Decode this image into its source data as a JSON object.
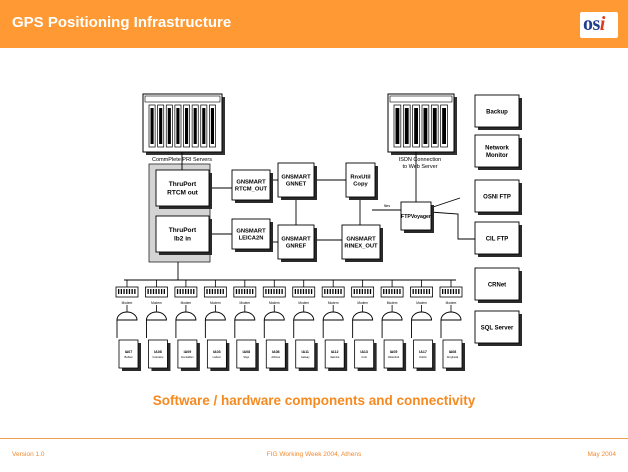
{
  "slide": {
    "title": "GPS Positioning Infrastructure",
    "logo_text": "osi",
    "caption": "Software / hardware components and connectivity",
    "footer": {
      "version": "Version 1.0",
      "event": "FIG Working Week 2004, Athens",
      "date": "May 2004"
    }
  },
  "diagram": {
    "servers": {
      "commplete_label": "CommPlete PRI Servers",
      "isdn_label_line1": "ISDN Connection",
      "isdn_label_line2": "to Web Server"
    },
    "thruport_rtcm": [
      "ThruPort",
      "RTCM out"
    ],
    "thruport_lb2": [
      "ThruPort",
      "lb2 in"
    ],
    "gnsmart_rtcm_out": [
      "GNSMART",
      "RTCM_OUT"
    ],
    "gnsmart_gnnet": [
      "GNSMART",
      "GNNET"
    ],
    "gnsmart_leica2n": [
      "GNSMART",
      "LEICA2N"
    ],
    "gnsmart_gnref": [
      "GNSMART",
      "GNREF"
    ],
    "rnxutil_copy": [
      "RnxUtil",
      "Copy"
    ],
    "gnsmart_rinex_out": [
      "GNSMART",
      "RINEX_OUT"
    ],
    "ftpvoyager": "FTPVoyager",
    "ftpvoyager_link": "files",
    "modem_label": "Modem",
    "right_boxes": [
      {
        "label": [
          "Backup"
        ]
      },
      {
        "label": [
          "Network",
          "Monitor"
        ]
      },
      {
        "label": [
          "OSNI FTP"
        ]
      },
      {
        "label": [
          "CIL FTP"
        ]
      },
      {
        "label": [
          "CRNet"
        ]
      },
      {
        "label": [
          "SQL Server"
        ]
      }
    ],
    "stations": [
      {
        "code": "IA07",
        "name": "Belfast"
      },
      {
        "code": "IA08",
        "name": "Coleraine"
      },
      {
        "code": "IA09",
        "name": "Enniskillen"
      },
      {
        "code": "IA03",
        "name": "Lisburn"
      },
      {
        "code": "IA08",
        "name": "Sligo"
      },
      {
        "code": "IA08",
        "name": "Athlone"
      },
      {
        "code": "IA11",
        "name": "Galway"
      },
      {
        "code": "IA12",
        "name": "Valentia"
      },
      {
        "code": "IA13",
        "name": "Cork"
      },
      {
        "code": "IA05",
        "name": "Waterford"
      },
      {
        "code": "IA17",
        "name": "Dublin"
      },
      {
        "code": "IA08",
        "name": "Drogheda"
      }
    ]
  }
}
